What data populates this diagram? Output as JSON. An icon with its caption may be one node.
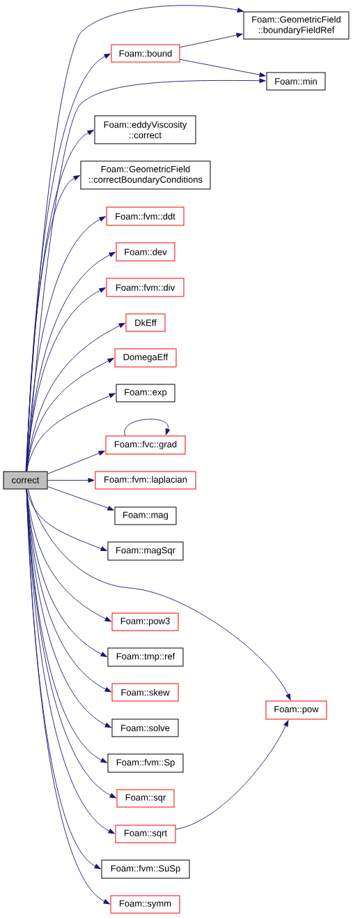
{
  "diagram": {
    "nodes": [
      {
        "text": [
          "correct"
        ]
      },
      {
        "text": [
          "Foam::GeometricField ::boundaryFieldRef"
        ]
      },
      {
        "text": [
          "Foam::bound"
        ]
      },
      {
        "text": [
          "Foam::min"
        ]
      },
      {
        "text": [
          "Foam::eddyViscosity ::correct"
        ]
      },
      {
        "text": [
          "Foam::GeometricField ::correctBoundaryConditions"
        ]
      },
      {
        "text": [
          "Foam::fvm::ddt"
        ]
      },
      {
        "text": [
          "Foam::dev"
        ]
      },
      {
        "text": [
          "Foam::fvm::div"
        ]
      },
      {
        "text": [
          "DkEff"
        ]
      },
      {
        "text": [
          "DomegaEff"
        ]
      },
      {
        "text": [
          "Foam::exp"
        ]
      },
      {
        "text": [
          "Foam::fvc::grad"
        ]
      },
      {
        "text": [
          "Foam::fvm::laplacian"
        ]
      },
      {
        "text": [
          "Foam::mag"
        ]
      },
      {
        "text": [
          "Foam::magSqr"
        ]
      },
      {
        "text": [
          "Foam::pow3"
        ]
      },
      {
        "text": [
          "Foam::tmp::ref"
        ]
      },
      {
        "text": [
          "Foam::skew"
        ]
      },
      {
        "text": [
          "Foam::solve"
        ]
      },
      {
        "text": [
          "Foam::fvm::Sp"
        ]
      },
      {
        "text": [
          "Foam::sqr"
        ]
      },
      {
        "text": [
          "Foam::sqrt"
        ]
      },
      {
        "text": [
          "Foam::fvm::SuSp"
        ]
      },
      {
        "text": [
          "Foam::symm"
        ]
      },
      {
        "text": [
          "Foam::pow"
        ]
      }
    ],
    "edges": [
      {
        "from": 0,
        "to": 1,
        "arrow": "to"
      },
      {
        "from": 0,
        "to": 2,
        "arrow": "to"
      },
      {
        "from": 0,
        "to": 3,
        "arrow": "to"
      },
      {
        "from": 0,
        "to": 4,
        "arrow": "to"
      },
      {
        "from": 0,
        "to": 5,
        "arrow": "to"
      },
      {
        "from": 0,
        "to": 6,
        "arrow": "to"
      },
      {
        "from": 0,
        "to": 7,
        "arrow": "to"
      },
      {
        "from": 0,
        "to": 8,
        "arrow": "to"
      },
      {
        "from": 0,
        "to": 9,
        "arrow": "to"
      },
      {
        "from": 0,
        "to": 10,
        "arrow": "to"
      },
      {
        "from": 0,
        "to": 11,
        "arrow": "to"
      },
      {
        "from": 0,
        "to": 12,
        "arrow": "to"
      },
      {
        "from": 0,
        "to": 13,
        "arrow": "to"
      },
      {
        "from": 0,
        "to": 14,
        "arrow": "to"
      },
      {
        "from": 0,
        "to": 15,
        "arrow": "to"
      },
      {
        "from": 0,
        "to": 25,
        "arrow": "to"
      },
      {
        "from": 0,
        "to": 16,
        "arrow": "to"
      },
      {
        "from": 0,
        "to": 17,
        "arrow": "to"
      },
      {
        "from": 0,
        "to": 18,
        "arrow": "to"
      },
      {
        "from": 0,
        "to": 19,
        "arrow": "to"
      },
      {
        "from": 0,
        "to": 20,
        "arrow": "to"
      },
      {
        "from": 0,
        "to": 21,
        "arrow": "to"
      },
      {
        "from": 0,
        "to": 22,
        "arrow": "to"
      },
      {
        "from": 0,
        "to": 23,
        "arrow": "to"
      },
      {
        "from": 0,
        "to": 24,
        "arrow": "to"
      },
      {
        "from": 2,
        "to": 1,
        "arrow": "to"
      },
      {
        "from": 2,
        "to": 3,
        "arrow": "to"
      },
      {
        "from": 12,
        "to": 12,
        "arrow": "to"
      },
      {
        "from": 22,
        "to": 25,
        "arrow": "to"
      }
    ]
  }
}
